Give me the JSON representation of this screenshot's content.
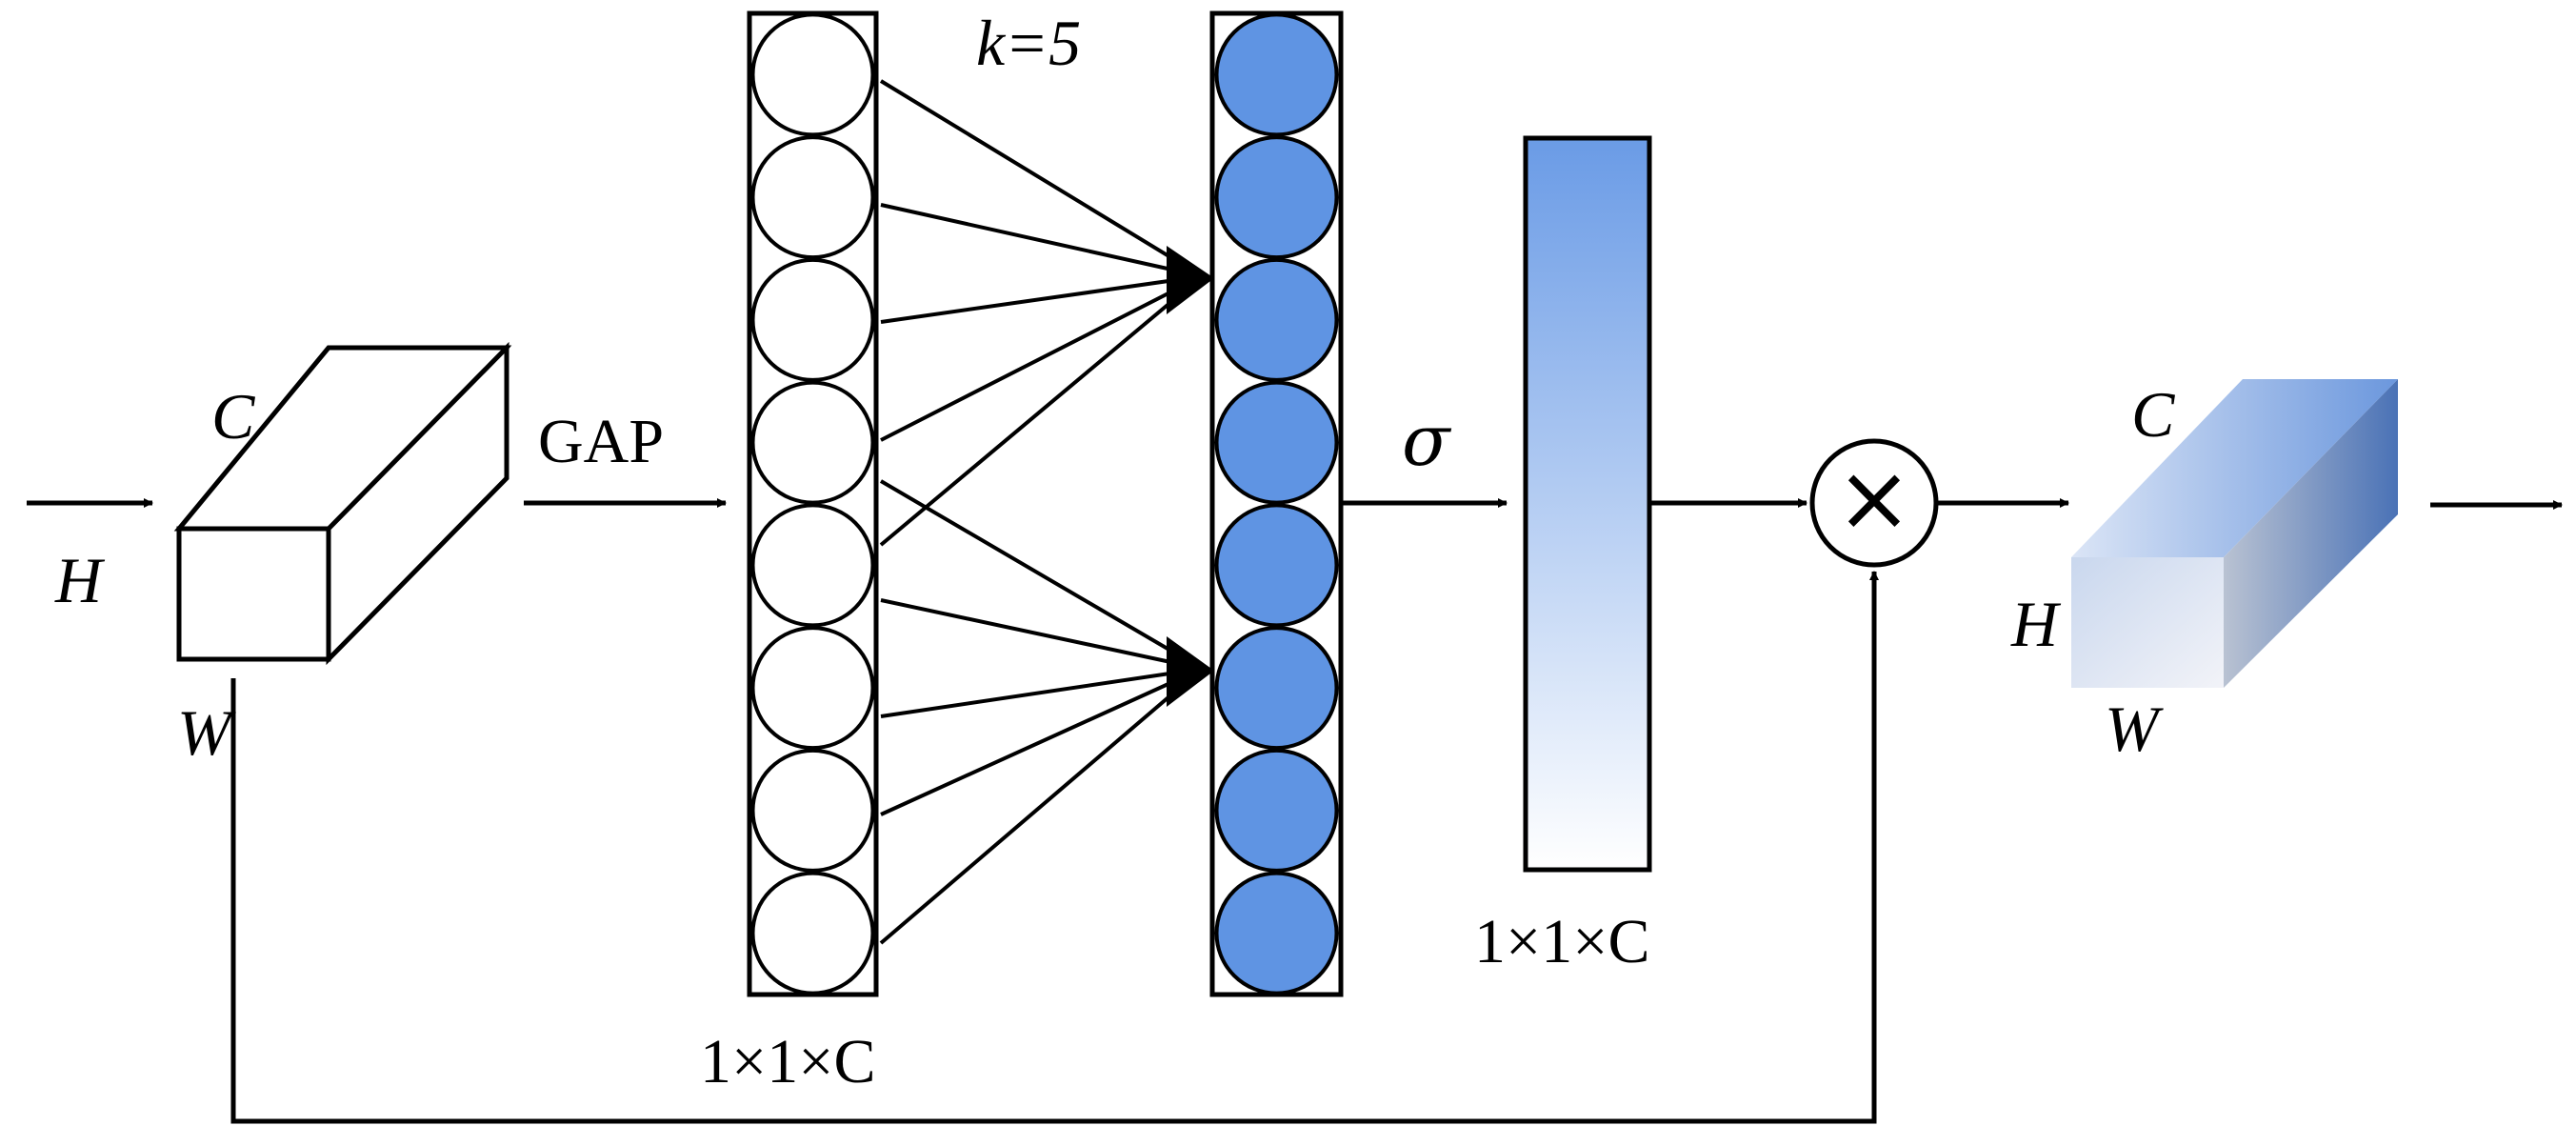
{
  "input_tensor": {
    "label_c": "C",
    "label_h": "H",
    "label_w": "W"
  },
  "operation_gap": "GAP",
  "kernel_label": "k=5",
  "sigma_label": "σ",
  "left_vector": {
    "dims": "1×1×C",
    "circle_count": 8
  },
  "right_vector": {
    "circle_count": 8
  },
  "attention_bar": {
    "dims": "1×1×C"
  },
  "multiply_symbol": "×",
  "output_tensor": {
    "label_c": "C",
    "label_h": "H",
    "label_w": "W"
  },
  "colors": {
    "node_fill": "#5f94e3",
    "bar_top": "#6a9be6",
    "bar_bottom": "#ffffff",
    "output_side": "#4a72b6",
    "output_front_light": "#eef0f7"
  }
}
